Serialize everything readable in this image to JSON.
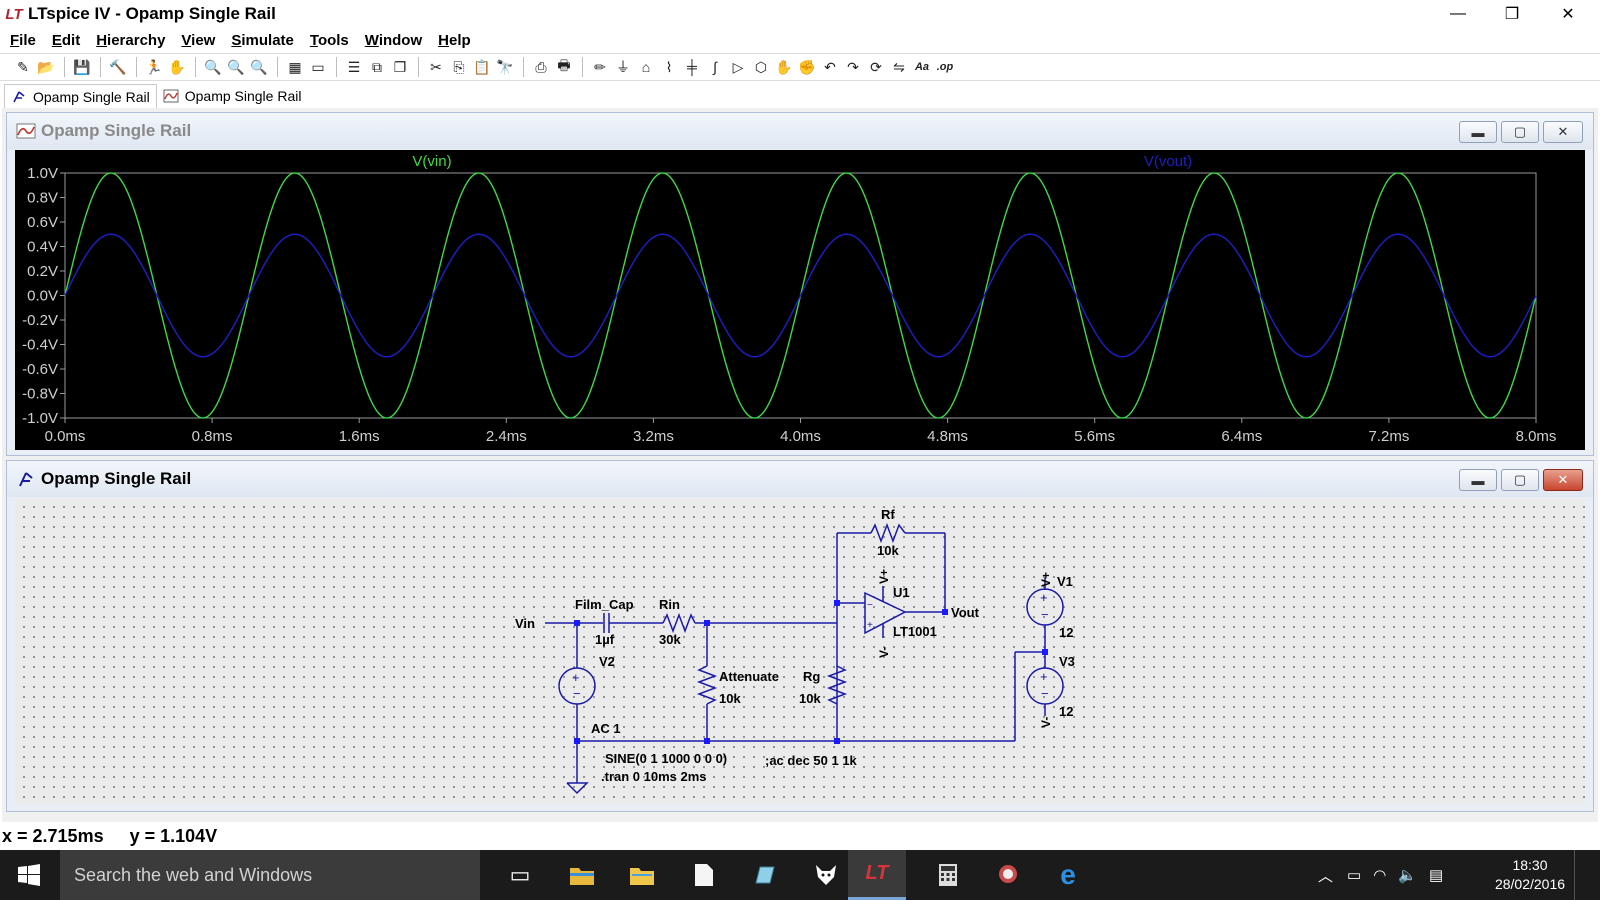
{
  "window": {
    "title": "LTspice IV - Opamp Single Rail",
    "controls": {
      "minimize": "—",
      "maximize": "❐",
      "close": "✕"
    }
  },
  "menu": [
    {
      "label": "File",
      "accel": "F"
    },
    {
      "label": "Edit",
      "accel": "E"
    },
    {
      "label": "Hierarchy",
      "accel": "H"
    },
    {
      "label": "View",
      "accel": "V"
    },
    {
      "label": "Simulate",
      "accel": "S"
    },
    {
      "label": "Tools",
      "accel": "T"
    },
    {
      "label": "Window",
      "accel": "W"
    },
    {
      "label": "Help",
      "accel": "H"
    }
  ],
  "toolbar": {
    "groups": [
      [
        "new-schematic-icon",
        "open-icon"
      ],
      [
        "save-icon"
      ],
      [
        "control-panel-icon"
      ],
      [
        "run-icon",
        "halt-icon"
      ],
      [
        "zoom-in-icon",
        "pan-icon",
        "zoom-out-icon"
      ],
      [
        "autorange-icon",
        "zoom-fit-icon"
      ],
      [
        "tile-horizontal-icon",
        "tile-vertical-icon",
        "cascade-icon"
      ],
      [
        "cut-icon",
        "copy-icon",
        "paste-icon",
        "find-icon"
      ],
      [
        "print-setup-icon",
        "print-icon"
      ],
      [
        "wire-icon",
        "ground-icon",
        "label-net-icon",
        "resistor-icon",
        "capacitor-icon",
        "inductor-icon",
        "diode-icon",
        "component-icon",
        "move-icon",
        "drag-icon",
        "undo-icon",
        "redo-icon",
        "rotate-icon",
        "mirror-icon",
        "text-icon",
        "spice-directive-icon"
      ]
    ],
    "glyphs": {
      "new-schematic-icon": "✎",
      "open-icon": "📂",
      "save-icon": "💾",
      "control-panel-icon": "🔨",
      "run-icon": "🏃",
      "halt-icon": "✋",
      "zoom-in-icon": "🔍",
      "pan-icon": "🔍",
      "zoom-out-icon": "🔍",
      "autorange-icon": "▦",
      "zoom-fit-icon": "▭",
      "tile-horizontal-icon": "☰",
      "tile-vertical-icon": "⧉",
      "cascade-icon": "❐",
      "cut-icon": "✂",
      "copy-icon": "⎘",
      "paste-icon": "📋",
      "find-icon": "🔭",
      "print-setup-icon": "⎙",
      "print-icon": "🖶",
      "wire-icon": "✏",
      "ground-icon": "⏚",
      "label-net-icon": "⌂",
      "resistor-icon": "⌇",
      "capacitor-icon": "╪",
      "inductor-icon": "∫",
      "diode-icon": "▷",
      "component-icon": "⬡",
      "move-icon": "✋",
      "drag-icon": "✊",
      "undo-icon": "↶",
      "redo-icon": "↷",
      "rotate-icon": "⟳",
      "mirror-icon": "⇋",
      "text-icon": "Aa",
      "spice-directive-icon": ".op"
    }
  },
  "tabs": [
    {
      "label": "Opamp Single Rail",
      "icon": "schematic-icon",
      "active": true
    },
    {
      "label": "Opamp Single Rail",
      "icon": "waveform-icon",
      "active": false
    }
  ],
  "plot_window": {
    "title": "Opamp Single Rail",
    "active": false
  },
  "schematic_window": {
    "title": "Opamp Single Rail",
    "active": true
  },
  "chart_data": {
    "type": "line",
    "xlabel": "",
    "ylabel": "",
    "x_unit": "ms",
    "xlim": [
      0,
      8
    ],
    "ylim": [
      -1.0,
      1.0
    ],
    "x_ticks": [
      "0.0ms",
      "0.8ms",
      "1.6ms",
      "2.4ms",
      "3.2ms",
      "4.0ms",
      "4.8ms",
      "5.6ms",
      "6.4ms",
      "7.2ms",
      "8.0ms"
    ],
    "y_ticks": [
      "1.0V",
      "0.8V",
      "0.6V",
      "0.4V",
      "0.2V",
      "0.0V",
      "-0.2V",
      "-0.4V",
      "-0.6V",
      "-0.8V",
      "-1.0V"
    ],
    "grid": false,
    "background": "#000000",
    "series": [
      {
        "name": "V(vin)",
        "color": "#3cdc3c",
        "function": "sine",
        "amplitude": 1.0,
        "frequency_khz": 1.0,
        "phase_deg": 0
      },
      {
        "name": "V(vout)",
        "color": "#1e1ec8",
        "function": "sine",
        "amplitude": 0.5,
        "frequency_khz": 1.0,
        "phase_deg": 0
      }
    ]
  },
  "schematic": {
    "labels": {
      "vin": "Vin",
      "vout": "Vout",
      "film_cap_name": "Film_Cap",
      "film_cap_value": "1µf",
      "rin_name": "Rin",
      "rin_value": "30k",
      "rf_name": "Rf",
      "rf_value": "10k",
      "atten_name": "Attenuate",
      "atten_value": "10k",
      "rg_name": "Rg",
      "rg_value": "10k",
      "u1_name": "U1",
      "u1_model": "LT1001",
      "u1_vplus": "V+",
      "u1_vminus": "V-",
      "v1_name": "V1",
      "v1_value": "12",
      "v1_net": "V+",
      "v2_name": "V2",
      "v2_ac": "AC 1",
      "v2_sine": "SINE(0 1 1000 0 0 0)",
      "v3_name": "V3",
      "v3_value": "12",
      "v3_net": "V-",
      "tran_directive": ".tran 0 10ms 2ms",
      "ac_directive": ";ac dec 50 1 1k"
    },
    "colors": {
      "wire": "#1a1aa8",
      "component": "#1a1aa8",
      "text": "#000000",
      "node": "#1a1aff"
    }
  },
  "status": {
    "x_readout": "x = 2.715ms",
    "y_readout": "y = 1.104V"
  },
  "taskbar": {
    "search_placeholder": "Search the web and Windows",
    "apps": [
      "task-view-icon",
      "file-explorer-icon",
      "folder-icon",
      "document-icon",
      "paint-icon",
      "fox-app-icon",
      "ltspice-icon",
      "calculator-icon",
      "snipping-tool-icon",
      "edge-icon"
    ],
    "clock_time": "18:30",
    "clock_date": "28/02/2016"
  }
}
